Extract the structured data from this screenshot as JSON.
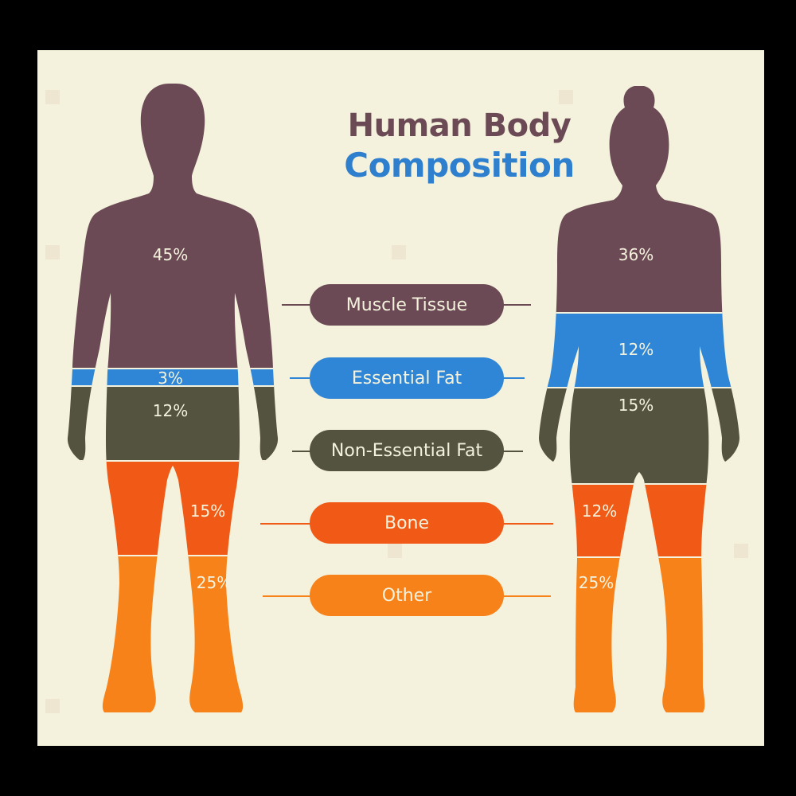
{
  "title": {
    "line1": "Human Body",
    "line2": "Composition"
  },
  "legend": [
    {
      "label": "Muscle Tissue",
      "color": "#6b4a56"
    },
    {
      "label": "Essential Fat",
      "color": "#2f86d6"
    },
    {
      "label": "Non-Essential Fat",
      "color": "#535340"
    },
    {
      "label": "Bone",
      "color": "#f05a16"
    },
    {
      "label": "Other",
      "color": "#f7821a"
    }
  ],
  "male": {
    "muscle": "45%",
    "essential_fat": "3%",
    "non_essential_fat": "12%",
    "bone": "15%",
    "other": "25%"
  },
  "female": {
    "muscle": "36%",
    "essential_fat": "12%",
    "non_essential_fat": "15%",
    "bone": "12%",
    "other": "25%"
  },
  "colors": {
    "background": "#f4f2dc",
    "frame": "#000000"
  }
}
